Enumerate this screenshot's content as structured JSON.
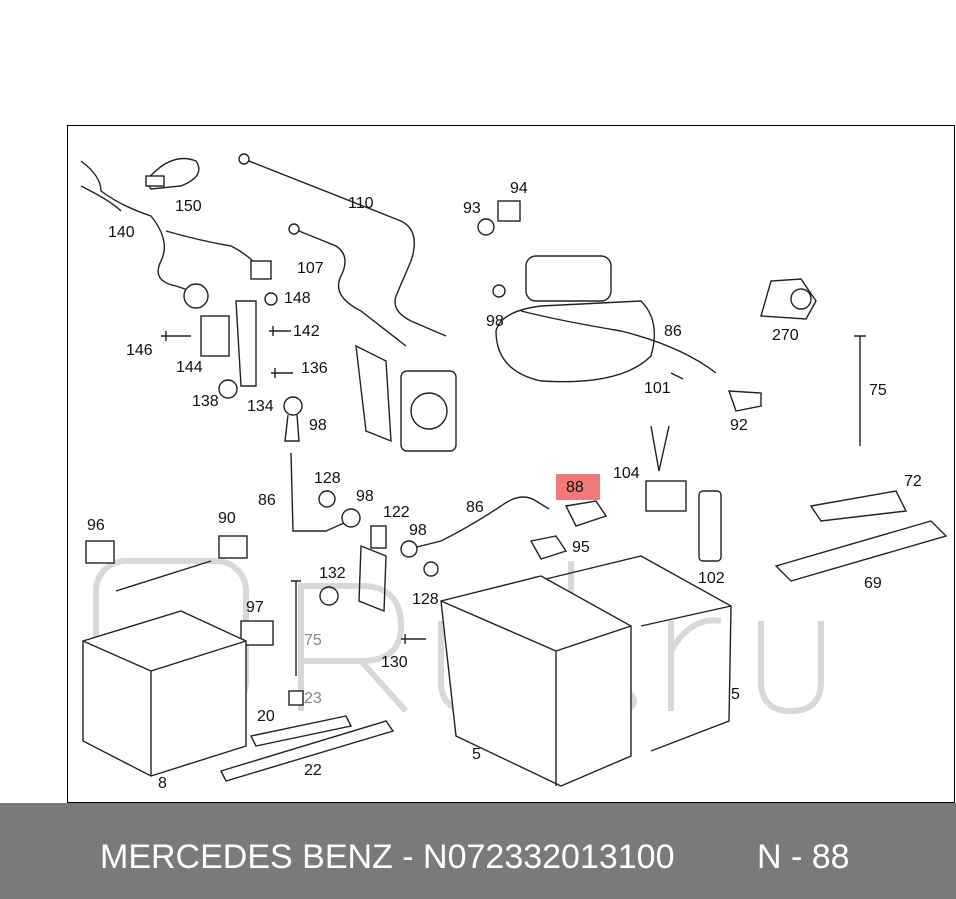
{
  "diagram": {
    "highlight_color": "#f07a7a",
    "highlighted_part": "88",
    "labels": {
      "p150": "150",
      "p110": "110",
      "p94": "94",
      "p93": "93",
      "p140": "140",
      "p107": "107",
      "p148": "148",
      "p142": "142",
      "p146": "146",
      "p144": "144",
      "p136": "136",
      "p138": "138",
      "p134": "134",
      "p98a": "98",
      "p98b": "98",
      "p86a": "86",
      "p270": "270",
      "p101": "101",
      "p92": "92",
      "p75a": "75",
      "p128a": "128",
      "p86b": "86",
      "p98c": "98",
      "p122": "122",
      "p86c": "86",
      "p88": "88",
      "p104": "104",
      "p72": "72",
      "p96": "96",
      "p90": "90",
      "p98d": "98",
      "p95": "95",
      "p102": "102",
      "p69": "69",
      "p132": "132",
      "p97": "97",
      "p128b": "128",
      "p75b": "75",
      "p130": "130",
      "p5a": "5",
      "p5b": "5",
      "p23": "23",
      "p20": "20",
      "p8": "8",
      "p22": "22"
    }
  },
  "caption": {
    "left": "MERCEDES BENZ - N072332013100",
    "right": "N - 88"
  }
}
